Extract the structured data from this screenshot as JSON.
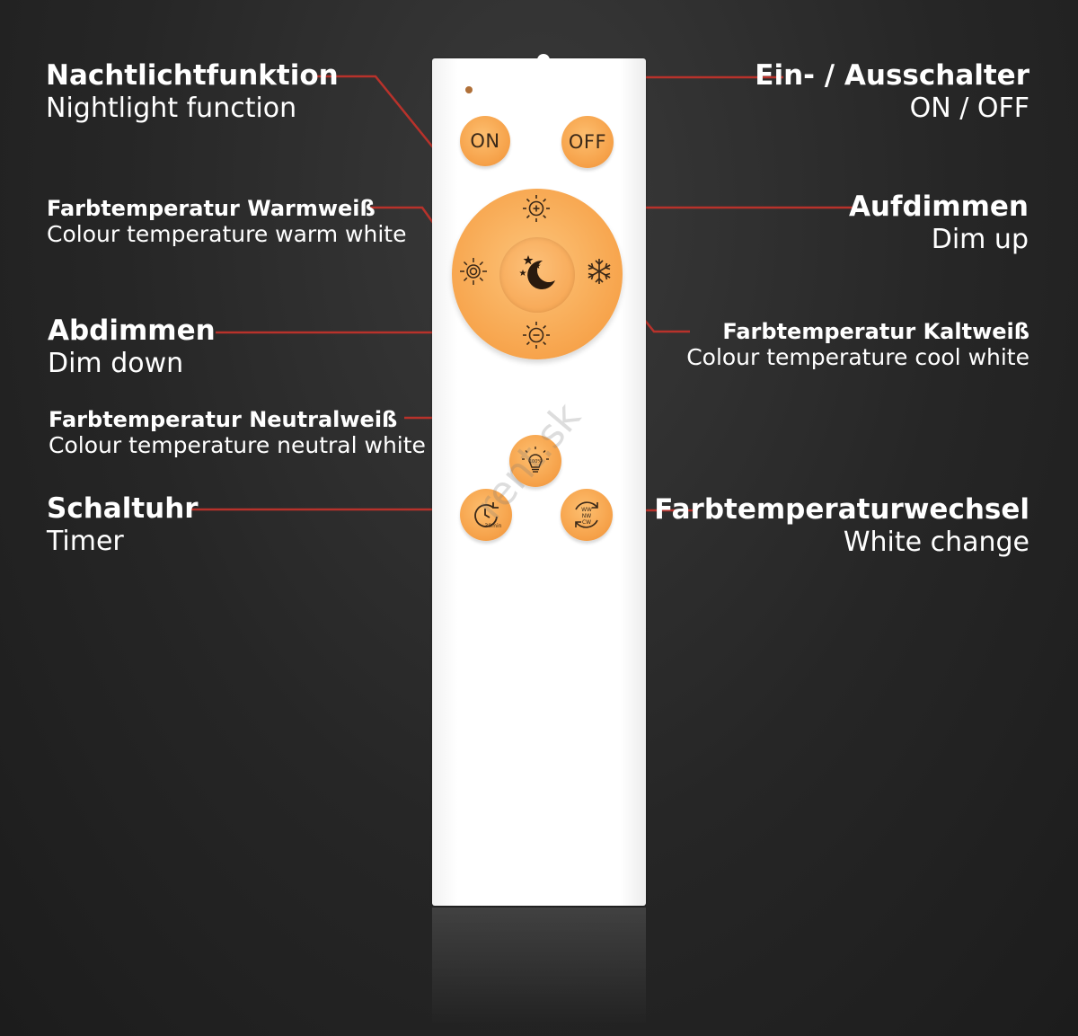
{
  "labels": {
    "nightlight": {
      "de": "Nachtlichtfunktion",
      "en": "Nightlight function"
    },
    "onoff": {
      "de": "Ein- / Ausschalter",
      "en": "ON / OFF"
    },
    "warm": {
      "de": "Farbtemperatur Warmweiß",
      "en": "Colour temperature warm white"
    },
    "dimup": {
      "de": "Aufdimmen",
      "en": "Dim up"
    },
    "dimdown": {
      "de": "Abdimmen",
      "en": "Dim down"
    },
    "cool": {
      "de": "Farbtemperatur Kaltweiß",
      "en": "Colour temperature cool white"
    },
    "neutral": {
      "de": "Farbtemperatur Neutralweiß",
      "en": "Colour temperature neutral white"
    },
    "timer": {
      "de": "Schaltuhr",
      "en": "Timer"
    },
    "change": {
      "de": "Farbtemperaturwechsel",
      "en": "White change"
    }
  },
  "remote": {
    "on_label": "ON",
    "off_label": "OFF",
    "timer_text": "30min",
    "neutral_text": "100%",
    "change_text": [
      "WW",
      "NW",
      "CW"
    ],
    "icons": [
      "sun-plus-icon",
      "sun-minus-icon",
      "sun-warm-icon",
      "snowflake-icon",
      "moon-stars-icon",
      "bulb-icon",
      "timer-icon",
      "cycle-icon"
    ]
  },
  "watermark": "rent.sk",
  "colors": {
    "line": "#b8322b",
    "button": "#f6a24a",
    "icon": "#3a2818",
    "text": "#ffffff"
  }
}
